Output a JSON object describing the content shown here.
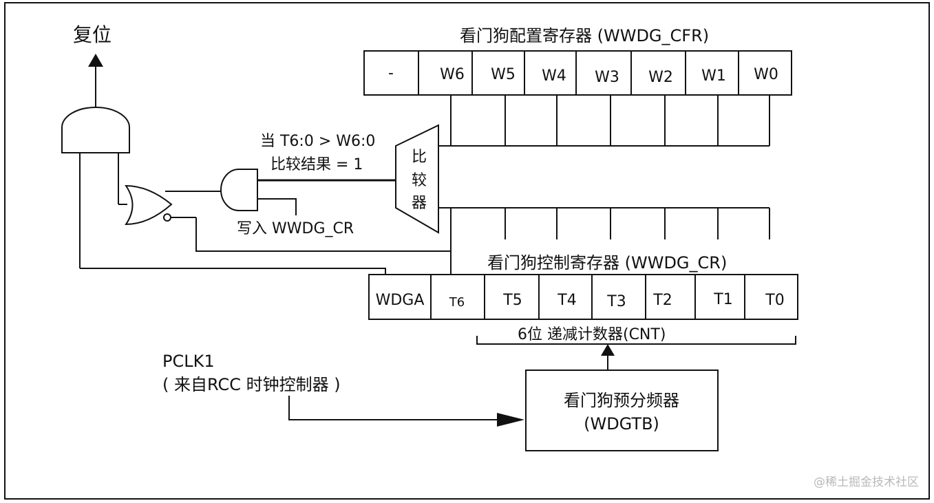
{
  "reset_label": "复位",
  "cfr": {
    "title": "看门狗配置寄存器 (WWDG_CFR)",
    "cells": [
      "-",
      "W6",
      "W5",
      "W4",
      "W3",
      "W2",
      "W1",
      "W0"
    ]
  },
  "cr": {
    "title": "看门狗控制寄存器 (WWDG_CR)",
    "cells": [
      "WDGA",
      "T6",
      "T5",
      "T4",
      "T3",
      "T2",
      "T1",
      "T0"
    ]
  },
  "comparator": {
    "chars": [
      "比",
      "较",
      "器"
    ],
    "condition_line1": "当 T6:0 > W6:0",
    "condition_line2": "比较结果 = 1"
  },
  "write_label": "写入 WWDG_CR",
  "counter_label": "6位 递减计数器(CNT)",
  "pclk": {
    "line1": "PCLK1",
    "line2": "( 来自RCC 时钟控制器 )"
  },
  "prescaler": {
    "line1": "看门狗预分频器",
    "line2": "(WDGTB)"
  },
  "watermark": "@稀土掘金技术社区"
}
